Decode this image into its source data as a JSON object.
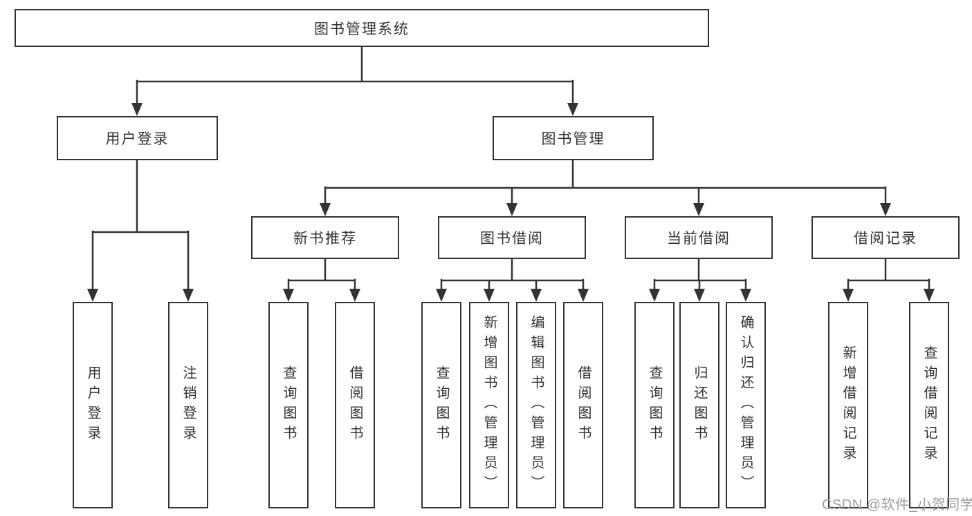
{
  "diagram_type": "hierarchy-tree",
  "watermark": "CSDN @软件_小贺同学",
  "colors": {
    "line": "#333333",
    "text": "#333333",
    "background": "#ffffff",
    "watermark": "#9c9c9c"
  },
  "tree": {
    "label": "图书管理系统",
    "children": [
      {
        "label": "用户登录",
        "children": [
          {
            "label": "用户登录"
          },
          {
            "label": "注销登录"
          }
        ]
      },
      {
        "label": "图书管理",
        "children": [
          {
            "label": "新书推荐",
            "children": [
              {
                "label": "查询图书"
              },
              {
                "label": "借阅图书"
              }
            ]
          },
          {
            "label": "图书借阅",
            "children": [
              {
                "label": "查询图书"
              },
              {
                "label": "新增图书（管理员）"
              },
              {
                "label": "编辑图书（管理员）"
              },
              {
                "label": "借阅图书"
              }
            ]
          },
          {
            "label": "当前借阅",
            "children": [
              {
                "label": "查询图书"
              },
              {
                "label": "归还图书"
              },
              {
                "label": "确认归还（管理员）"
              }
            ]
          },
          {
            "label": "借阅记录",
            "children": [
              {
                "label": "新增借阅记录"
              },
              {
                "label": "查询借阅记录"
              }
            ]
          }
        ]
      }
    ]
  }
}
